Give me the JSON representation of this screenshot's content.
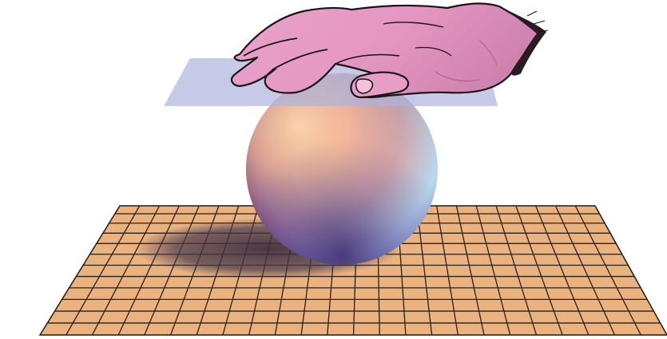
{
  "scene": {
    "floor": {
      "fill": "#e9b27f",
      "grid_line": "#2a2018",
      "columns": 24,
      "rows": 12
    },
    "sphere": {
      "colors": {
        "highlight": "#fff7e6",
        "orange": "#f6a36a",
        "red": "#a8434f",
        "blue": "#5f78c8",
        "cyan": "#b8ecf5",
        "violet": "#4a2a6a"
      }
    },
    "shadow": {
      "color": "#4a3a4e"
    },
    "plane": {
      "fill": "#aeb3dc",
      "opacity": 0.75
    },
    "hand": {
      "fill": "#e69cc6",
      "outline": "#1a1418",
      "shade": "#c07aa4"
    }
  }
}
